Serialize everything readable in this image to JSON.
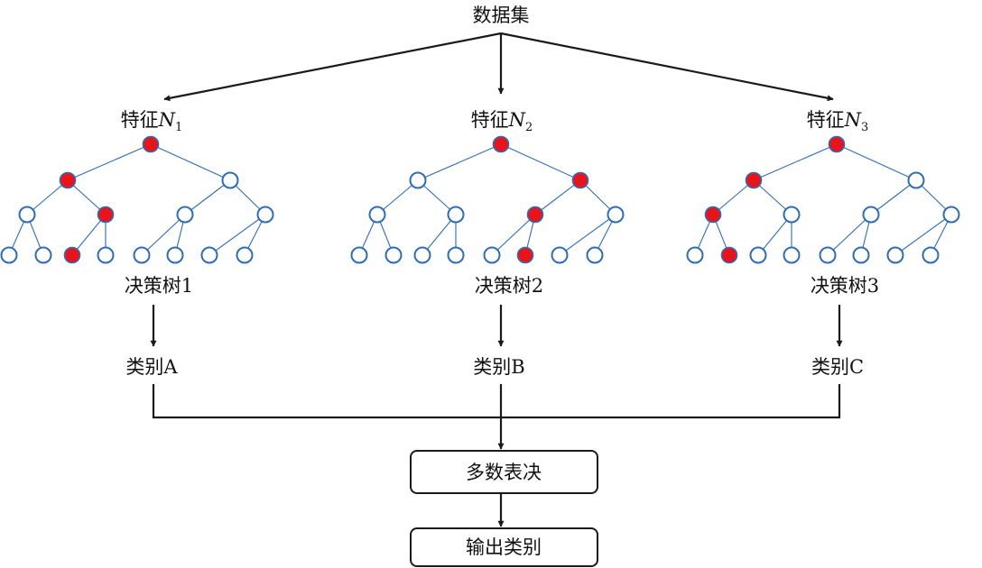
{
  "root_label": "数据集",
  "feature_prefix": "特征",
  "feature_symbol": "N",
  "trees": [
    {
      "feature_subscript": "1",
      "tree_label": "决策树1",
      "class_label": "类别A",
      "highlighted": [
        1,
        2,
        5,
        10
      ]
    },
    {
      "feature_subscript": "2",
      "tree_label": "决策树2",
      "class_label": "类别B",
      "highlighted": [
        1,
        3,
        6,
        13
      ]
    },
    {
      "feature_subscript": "3",
      "tree_label": "决策树3",
      "class_label": "类别C",
      "highlighted": [
        1,
        2,
        4,
        9
      ]
    }
  ],
  "vote_label": "多数表决",
  "output_label": "输出类别",
  "colors": {
    "highlight_node": "#e8141c",
    "tree_edge": "#2f6cb3",
    "arrow": "#1a1a1a"
  }
}
